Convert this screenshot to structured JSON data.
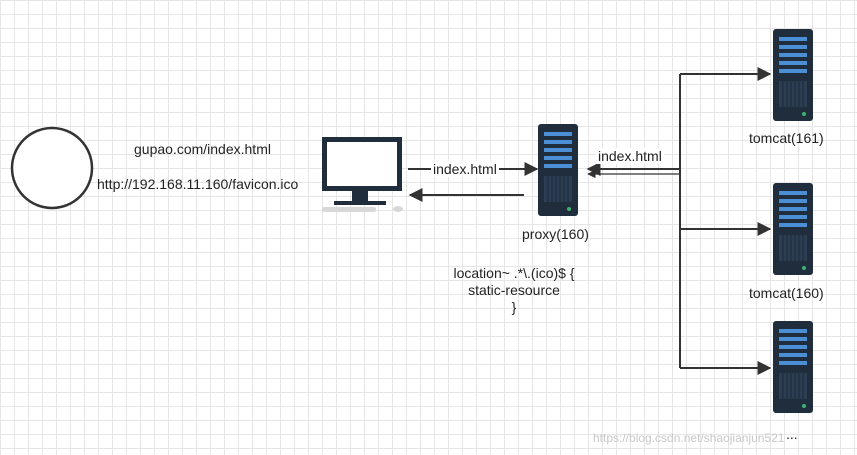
{
  "client": {
    "request_url": "gupao.com/index.html",
    "favicon_url": "http://192.168.11.160/favicon.ico"
  },
  "edges": {
    "client_to_proxy": "index.html",
    "proxy_to_tomcat": "index.html"
  },
  "proxy": {
    "label": "proxy(160)",
    "rule": [
      "location~ .*\\.(ico)$ {",
      "static-resource",
      "}"
    ]
  },
  "servers": [
    {
      "label": "tomcat(161)"
    },
    {
      "label": "tomcat(160)"
    },
    {
      "label": "..."
    }
  ],
  "watermark": "https://blog.csdn.net/shaojianjun521",
  "colors": {
    "server": "#1f2d3d",
    "server_accent": "#4a8fd6",
    "line": "#333333",
    "grid": "#e6e6e6"
  }
}
